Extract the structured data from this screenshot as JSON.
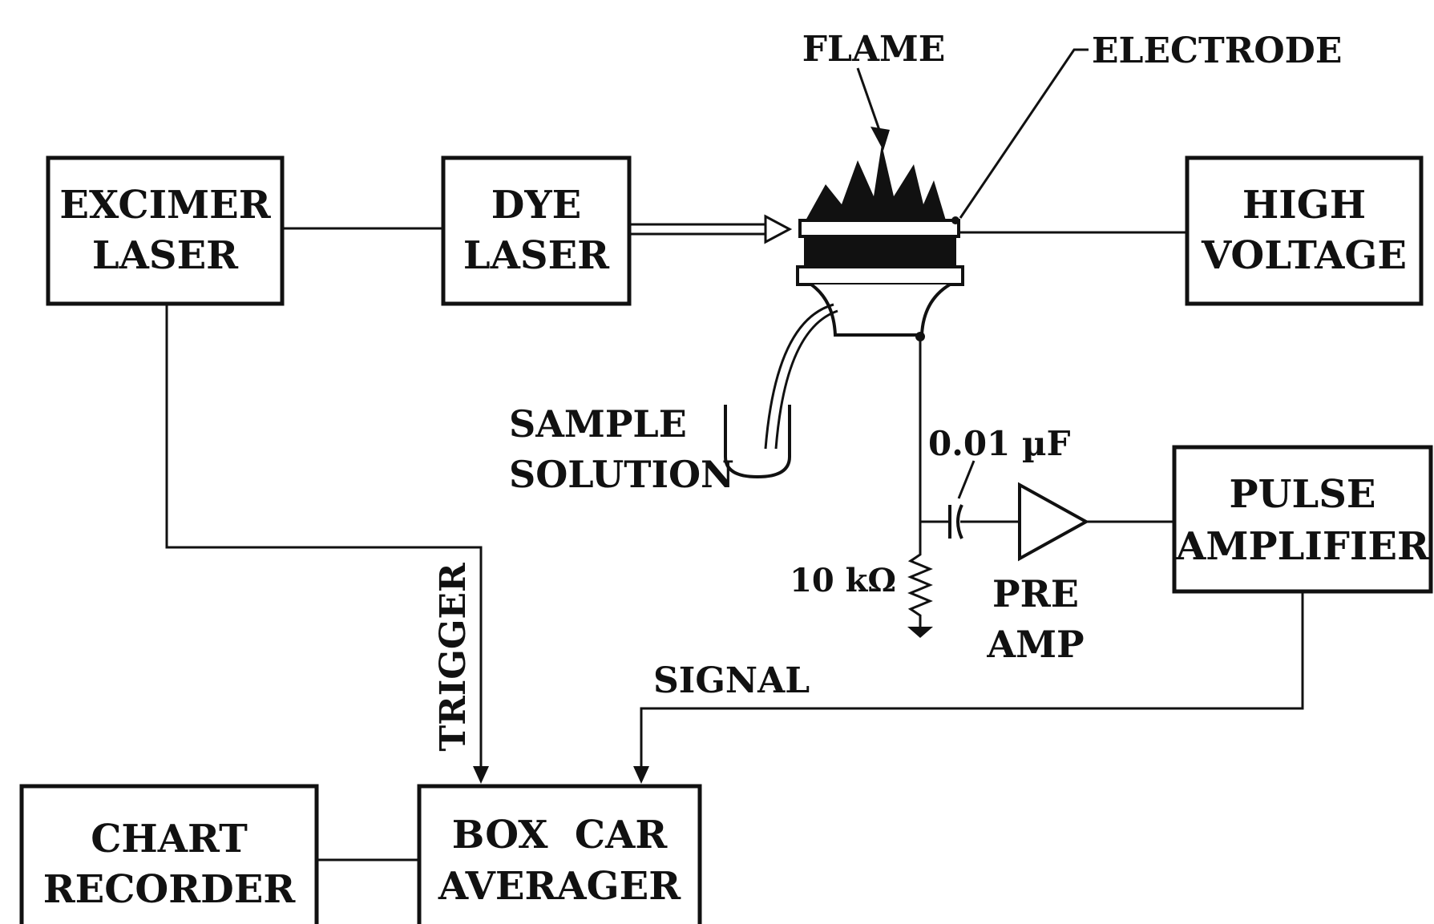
{
  "diagram": {
    "blocks": {
      "excimer_laser": [
        "EXCIMER",
        "LASER"
      ],
      "dye_laser": [
        "DYE",
        "LASER"
      ],
      "high_voltage": [
        "HIGH",
        "VOLTAGE"
      ],
      "pulse_amplifier": [
        "PULSE",
        "AMPLIFIER"
      ],
      "chart_recorder": [
        "CHART",
        "RECORDER"
      ],
      "box_car_averager": [
        "BOX  CAR",
        "AVERAGER"
      ]
    },
    "labels": {
      "flame": "FLAME",
      "electrode": "ELECTRODE",
      "sample_solution": [
        "SAMPLE",
        "SOLUTION"
      ],
      "capacitor": "0.01 µF",
      "resistor": "10 kΩ",
      "preamp": [
        "PRE",
        "AMP"
      ],
      "trigger": "TRIGGER",
      "signal": "SIGNAL"
    }
  }
}
